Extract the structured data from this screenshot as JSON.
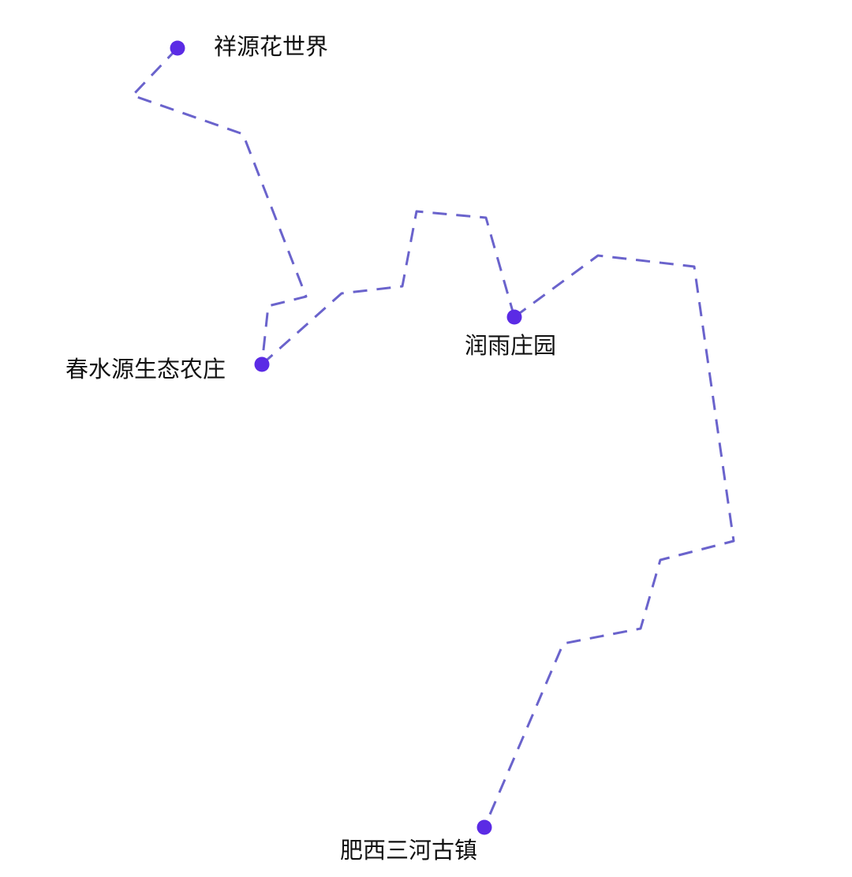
{
  "map": {
    "colors": {
      "route": "#6a63cc",
      "stop": "#5b2be5",
      "label": "#111111",
      "background": "#ffffff"
    },
    "stops": [
      {
        "id": "xiangyuan",
        "label": "祥源花世界",
        "icon": "location-dot-icon"
      },
      {
        "id": "chunshuiyuan",
        "label": "春水源生态农庄",
        "icon": "location-dot-icon"
      },
      {
        "id": "runyu",
        "label": "润雨庄园",
        "icon": "location-dot-icon"
      },
      {
        "id": "sanhe",
        "label": "肥西三河古镇",
        "icon": "location-dot-icon"
      }
    ],
    "route_order": [
      "xiangyuan",
      "chunshuiyuan",
      "runyu",
      "sanhe"
    ],
    "route_style": "dashed"
  }
}
